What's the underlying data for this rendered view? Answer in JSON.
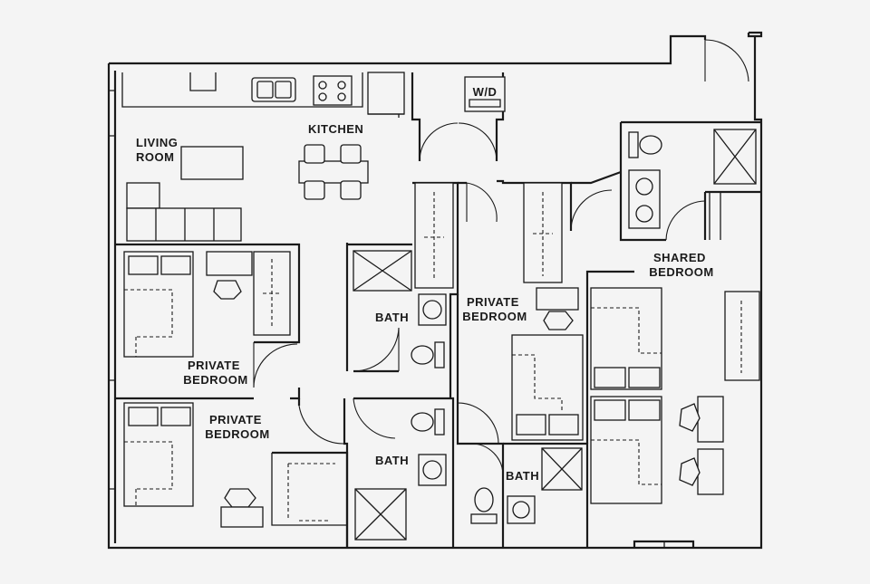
{
  "rooms": {
    "living": [
      "LIVING",
      "ROOM"
    ],
    "kitchen": "KITCHEN",
    "washer_dryer": "W/D",
    "shared_bedroom": [
      "SHARED",
      "BEDROOM"
    ],
    "private_bedroom_center": [
      "PRIVATE",
      "BEDROOM"
    ],
    "private_bedroom_left_upper": [
      "PRIVATE",
      "BEDROOM"
    ],
    "private_bedroom_left_lower": [
      "PRIVATE",
      "BEDROOM"
    ],
    "bath_upper": "BATH",
    "bath_lower": "BATH",
    "bath_center": "BATH"
  }
}
